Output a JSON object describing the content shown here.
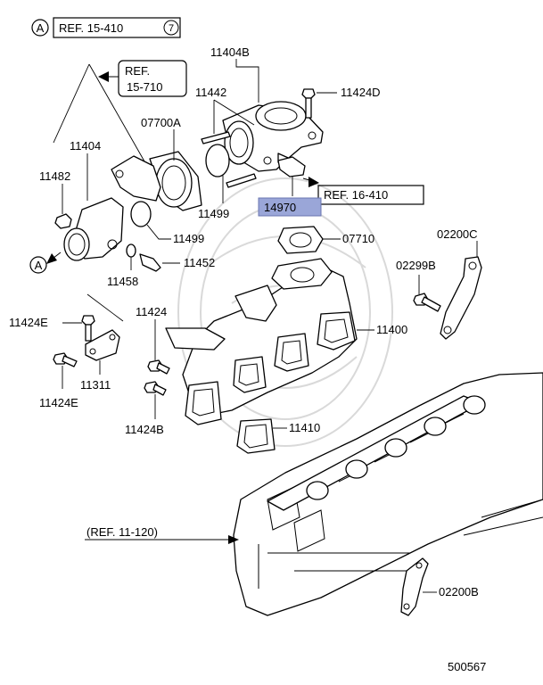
{
  "diagram_id": "500567",
  "highlight_color": "#9aa6d8",
  "references": {
    "top_circle": "A",
    "top_ref_text": "REF. 15-410",
    "top_ref_circle": "7",
    "ref_15710_line1": "REF.",
    "ref_15710_line2": "15-710",
    "ref_16410": "REF. 16-410",
    "ref_11120": "(REF. 11-120)",
    "left_circle": "A"
  },
  "parts": {
    "p11404B": "11404B",
    "p11442": "11442",
    "p11424D": "11424D",
    "p07700A": "07700A",
    "p11404": "11404",
    "p11482": "11482",
    "p11499a": "11499",
    "p11499b": "11499",
    "p14970": "14970",
    "p07710": "07710",
    "p02200C": "02200C",
    "p02299B": "02299B",
    "p11452": "11452",
    "p11458": "11458",
    "p11424E_top": "11424E",
    "p11424": "11424",
    "p11400": "11400",
    "p11311": "11311",
    "p11424E_bottom": "11424E",
    "p11424B": "11424B",
    "p11410": "11410",
    "p02200B": "02200B"
  }
}
